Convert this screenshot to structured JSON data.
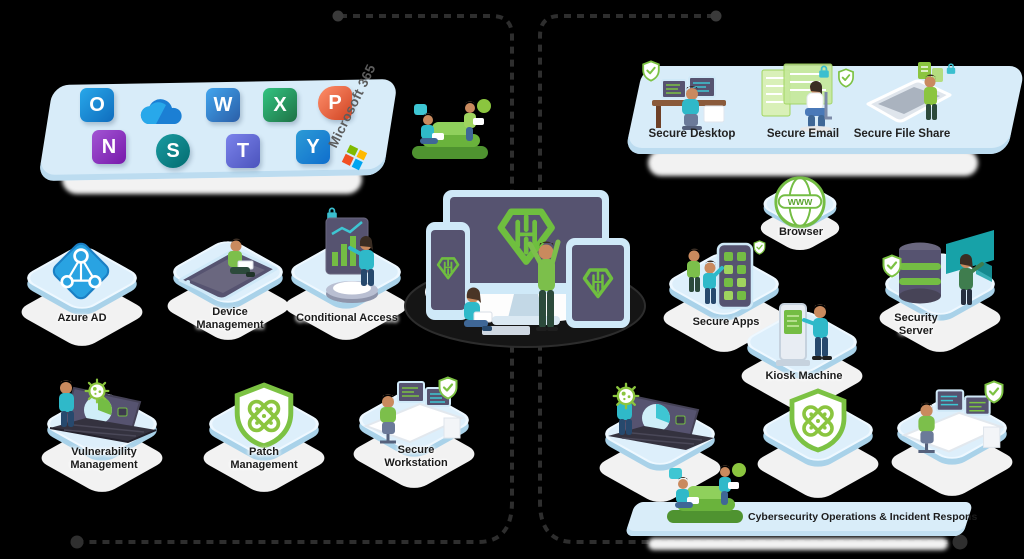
{
  "diagram_title": "Hexnode UEM ecosystem diagram",
  "colors": {
    "background": "#000000",
    "accent_green": "#74bd44",
    "panel_light_blue": "#d8ecf9",
    "screen_purple": "#565370",
    "teal": "#2fb9c9",
    "shadow_white": "#f2f2f2",
    "connector_dark": "#2e2e2e",
    "ms_logo": [
      "#f25022",
      "#7fba00",
      "#00a5f0",
      "#ffb900"
    ]
  },
  "m365": {
    "label": "Microsoft 365",
    "apps": [
      {
        "name": "Outlook",
        "letter": "O",
        "color": "#0f6cbd"
      },
      {
        "name": "OneDrive",
        "letter": "",
        "color": "#0d65b3"
      },
      {
        "name": "Word",
        "letter": "W",
        "color": "#2b5ea7"
      },
      {
        "name": "Excel",
        "letter": "X",
        "color": "#1e7145"
      },
      {
        "name": "PowerPoint",
        "letter": "P",
        "color": "#d04423"
      },
      {
        "name": "OneNote",
        "letter": "N",
        "color": "#7719aa"
      },
      {
        "name": "SharePoint",
        "letter": "S",
        "color": "#036c70"
      },
      {
        "name": "Teams",
        "letter": "T",
        "color": "#4b53bc"
      },
      {
        "name": "Yammer",
        "letter": "Y",
        "color": "#0f6ecd"
      }
    ]
  },
  "secure_panel": {
    "items": [
      {
        "label": "Secure Desktop",
        "icon": "desk-dual-monitor-shield"
      },
      {
        "label": "Secure Email",
        "icon": "email-panels-lock-shield"
      },
      {
        "label": "Secure File Share",
        "icon": "tablet-file-lock"
      }
    ]
  },
  "nodes": {
    "azure_ad": {
      "label": "Azure AD",
      "icon": "azure-ad-logo"
    },
    "device_management": {
      "label": "Device\nManagement",
      "icon": "phone-person"
    },
    "conditional_access": {
      "label": "Conditional Access",
      "icon": "presentation-lock-podium"
    },
    "vulnerability_management": {
      "label": "Vulnerability\nManagement",
      "icon": "laptop-pie-virus"
    },
    "patch_management": {
      "label": "Patch\nManagement",
      "icon": "shield-bandage"
    },
    "secure_workstation": {
      "label": "Secure\nWorkstation",
      "icon": "desk-monitors-shield"
    },
    "browser": {
      "label": "Browser",
      "icon": "globe-www"
    },
    "secure_apps": {
      "label": "Secure Apps",
      "icon": "phone-app-tiles"
    },
    "kiosk_machine": {
      "label": "Kiosk Machine",
      "icon": "kiosk-person"
    },
    "security_server": {
      "label": "Security\nServer",
      "icon": "database-shield"
    },
    "soc_laptop": {
      "label": "",
      "icon": "laptop-pie-virus"
    },
    "soc_shield": {
      "label": "",
      "icon": "shield-bandage"
    },
    "soc_desk": {
      "label": "",
      "icon": "desk-monitors-shield"
    }
  },
  "banner": {
    "label": "Cybersecurity Operations & Incident Respons"
  }
}
